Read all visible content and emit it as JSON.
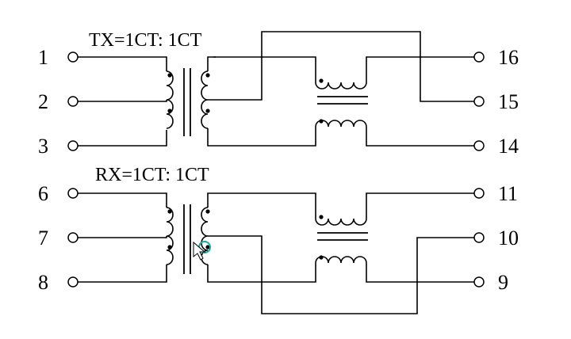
{
  "tx_label": "TX=1CT: 1CT",
  "rx_label": "RX=1CT: 1CT",
  "pins": {
    "p1": "1",
    "p2": "2",
    "p3": "3",
    "p6": "6",
    "p7": "7",
    "p8": "8",
    "p16": "16",
    "p15": "15",
    "p14": "14",
    "p11": "11",
    "p10": "10",
    "p9": "9"
  }
}
